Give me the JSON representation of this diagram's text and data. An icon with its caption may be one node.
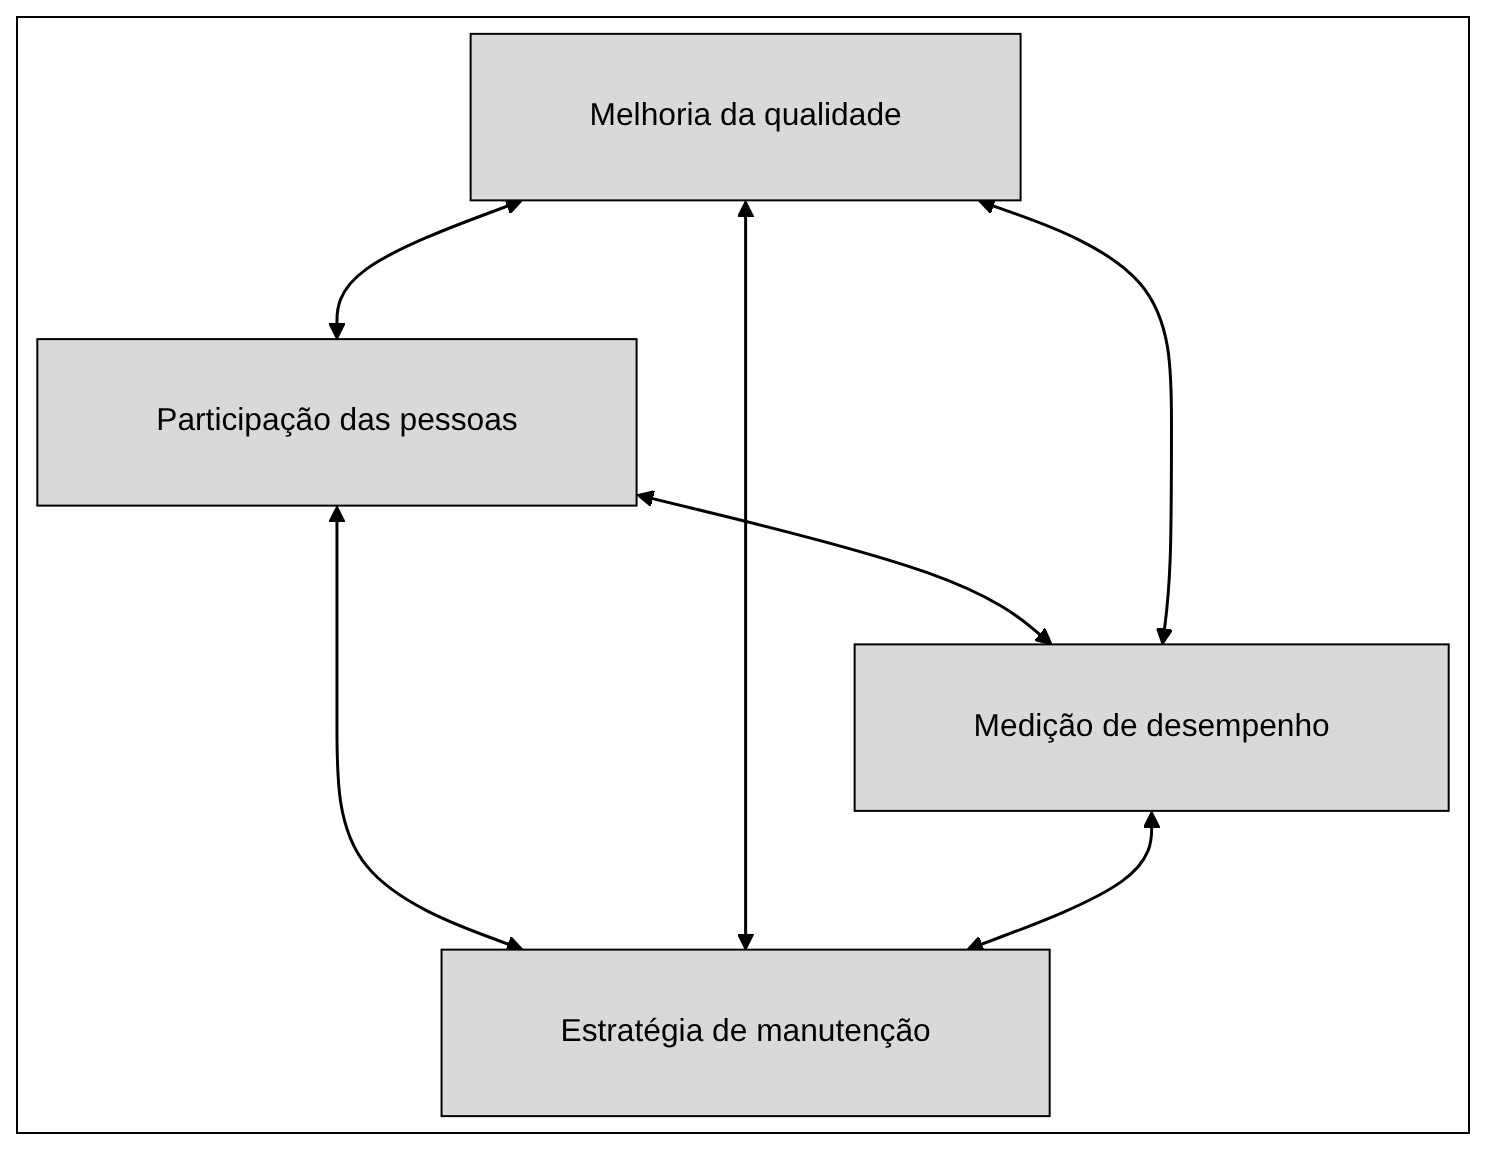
{
  "diagram": {
    "nodes": [
      {
        "text": [
          "Participação das pessoas"
        ]
      },
      {
        "text": [
          "Melhoria da qualidade"
        ]
      },
      {
        "text": [
          "Estratégia de manutenção"
        ]
      },
      {
        "text": [
          "Medição de desempenho"
        ]
      }
    ],
    "edges": [
      {
        "from": 1,
        "to": 0,
        "arrow": "both"
      },
      {
        "from": 0,
        "to": 2,
        "arrow": "both"
      },
      {
        "from": 1,
        "to": 2,
        "arrow": "both"
      },
      {
        "from": 0,
        "to": 3,
        "arrow": "both"
      },
      {
        "from": 1,
        "to": 3,
        "arrow": "both"
      },
      {
        "from": 3,
        "to": 2,
        "arrow": "both"
      }
    ]
  }
}
